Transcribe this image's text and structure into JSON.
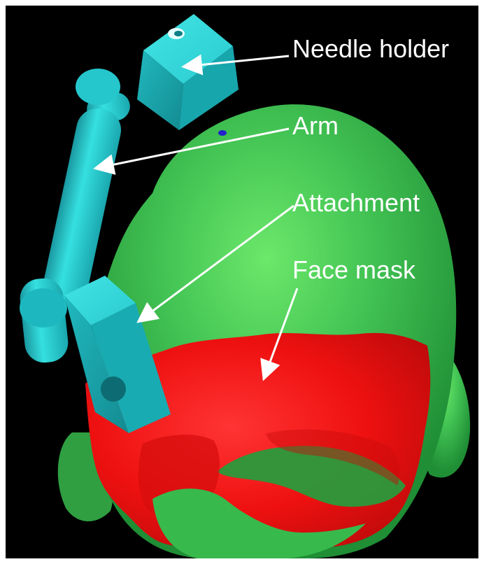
{
  "labels": {
    "needle_holder": "Needle holder",
    "arm": "Arm",
    "attachment": "Attachment",
    "face_mask": "Face mask"
  },
  "colors": {
    "background": "#000000",
    "head_green": "#3fb24f",
    "mask_red": "#ef1111",
    "device_cyan": "#28d0d0",
    "arrow_white": "#ffffff",
    "marker_blue": "#2222cc"
  },
  "icons": {
    "arrow": "arrow-icon"
  }
}
